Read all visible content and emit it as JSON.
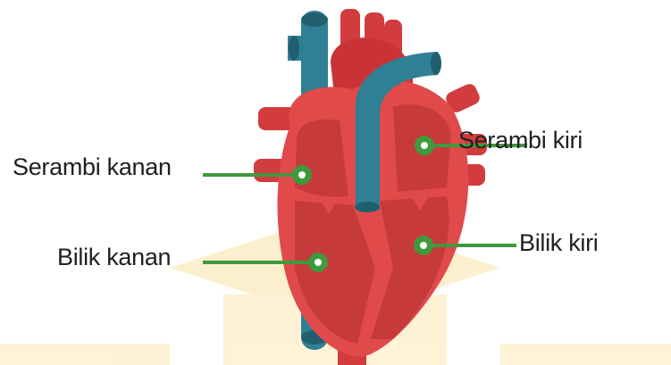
{
  "labels": {
    "right_atrium": "Serambi kanan",
    "right_ventricle": "Bilik kanan",
    "left_atrium": "Serambi kiri",
    "left_ventricle": "Bilik kiri"
  },
  "colors": {
    "heart_red": "#e04a4a",
    "heart_dark": "#b82a2e",
    "chamber": "#c73a3c",
    "vessel_blue": "#2f7f95",
    "vessel_blue_dark": "#215f70",
    "pointer_green": "#3e9a3c",
    "watermark": "#fbe3a6"
  }
}
